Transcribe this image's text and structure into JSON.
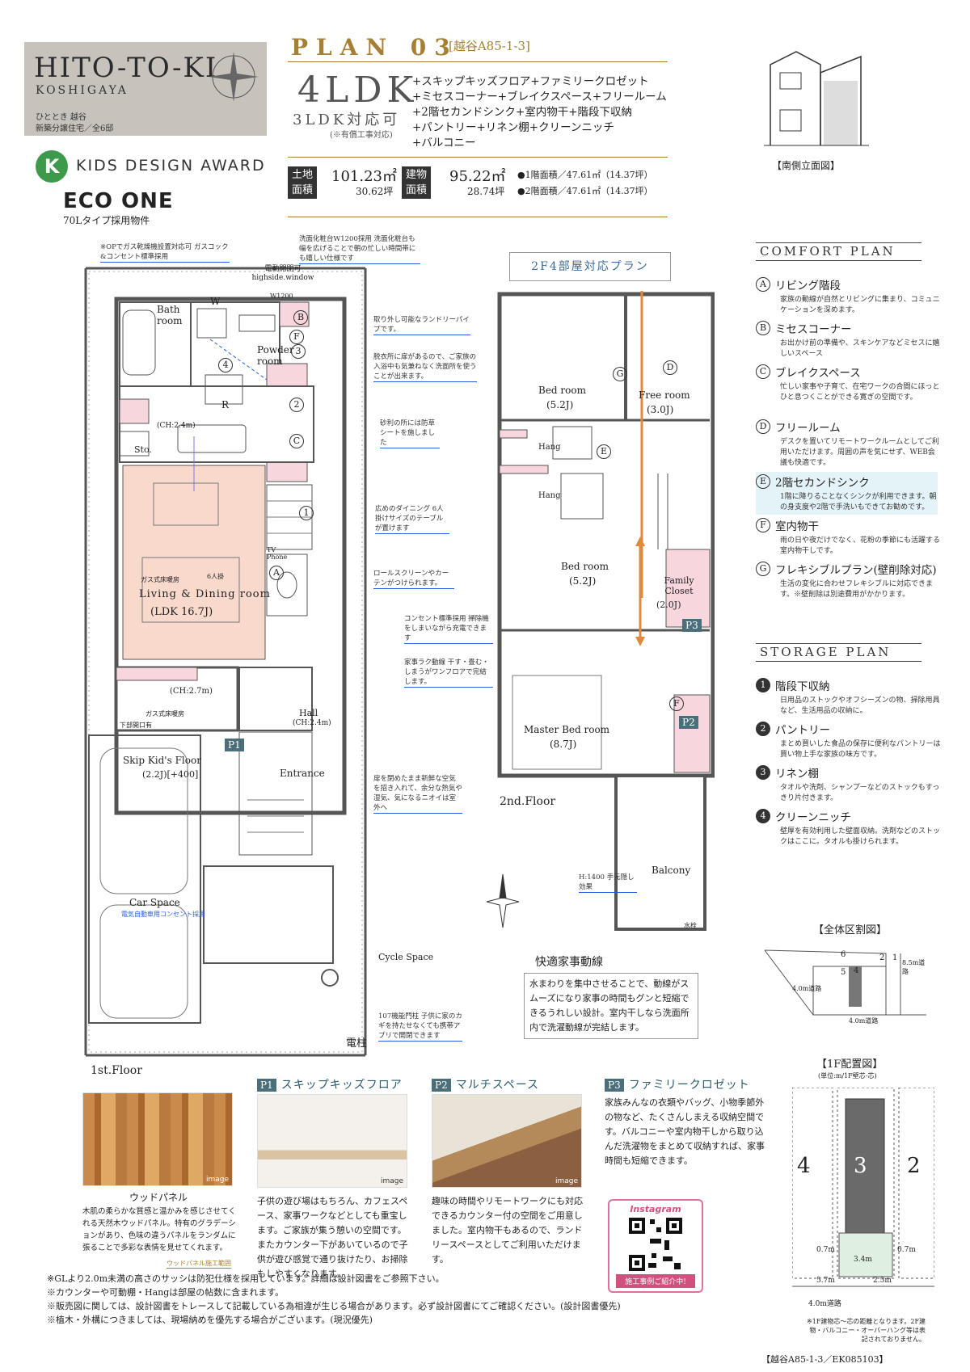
{
  "header": {
    "logo_title": "HITO-TO-KI",
    "logo_sub": "KOSHIGAYA",
    "logo_caption1": "ひととき 越谷",
    "logo_caption2": "新築分譲住宅／全6邸",
    "award_mark": "K",
    "award_text": "KIDS DESIGN AWARD",
    "eco_title": "ECO ONE",
    "eco_sub": "70Lタイプ採用物件"
  },
  "plan": {
    "label": "PLAN 03",
    "code": "[越谷A85-1-3]",
    "layout": "4LDK",
    "alt_layout": "3LDK対応可",
    "alt_note": "(※有償工事対応)",
    "features": [
      "+スキップキッズフロア+ファミリークロゼット",
      "+ミセスコーナー+ブレイクスペース+フリールーム",
      "+2階セカンドシンク+室内物干+階段下収納",
      "+パントリー+リネン棚+クリーンニッチ",
      "+バルコニー"
    ]
  },
  "area": {
    "land_label": "土地面積",
    "land_value": "101.23㎡",
    "land_tsubo": "30.62坪",
    "building_label": "建物面積",
    "building_value": "95.22㎡",
    "building_tsubo": "28.74坪",
    "floor1": "●1階面積／47.61㎡（14.37坪）",
    "floor2": "●2階面積／47.61㎡（14.37坪）"
  },
  "elevation_caption": "【南側立面図】",
  "comfort": {
    "heading": "COMFORT PLAN",
    "items": [
      {
        "mark": "A",
        "title": "リビング階段",
        "desc": "家族の動線が自然とリビングに集まり、コミュニケーションを深めます。"
      },
      {
        "mark": "B",
        "title": "ミセスコーナー",
        "desc": "お出かけ前の準備や、スキンケアなどミセスに嬉しいスペース"
      },
      {
        "mark": "C",
        "title": "ブレイクスペース",
        "desc": "忙しい家事や子育て、在宅ワークの合間にほっとひと息つくことができる寛ぎの空間です。"
      },
      {
        "mark": "D",
        "title": "フリールーム",
        "desc": "デスクを置いてリモートワークルームとしてご利用いただけます。周囲の声を気にせず、WEB会議も快適です。"
      },
      {
        "mark": "E",
        "title": "2階セカンドシンク",
        "desc": "1階に降りることなくシンクが利用できます。朝の身支度や2階で手洗いもできてお勧めです。"
      },
      {
        "mark": "F",
        "title": "室内物干",
        "desc": "雨の日や夜だけでなく、花粉の季節にも活躍する室内物干しです。"
      },
      {
        "mark": "G",
        "title": "フレキシブルプラン(壁削除対応)",
        "desc": "生活の変化に合わせフレキシブルに対応できます。※壁削除は別途費用がかかります。"
      }
    ]
  },
  "storage": {
    "heading": "STORAGE PLAN",
    "items": [
      {
        "mark": "1",
        "title": "階段下収納",
        "desc": "日用品のストックやオフシーズンの物、掃除用具など、生活用品の収納に。"
      },
      {
        "mark": "2",
        "title": "パントリー",
        "desc": "まとめ買いした食品の保存に便利なパントリーは買い物上手な家族の味方です。"
      },
      {
        "mark": "3",
        "title": "リネン棚",
        "desc": "タオルや洗剤、シャンプーなどのストックもすっきり片付きます。"
      },
      {
        "mark": "4",
        "title": "クリーンニッチ",
        "desc": "壁厚を有効利用した壁面収納。洗剤などのストックはここに。タオルも掛けられます。"
      }
    ]
  },
  "plan1f": {
    "label": "1st.Floor",
    "rooms": {
      "bath": "Bath room",
      "powder": "Powder room",
      "living": "Living & Dining room",
      "ldk_size": "(LDK 16.7J)",
      "ch1": "(CH:2.7m)",
      "ch2": "(CH:2.4m)",
      "hall": "Hall",
      "hall_ch": "(CH:2.4m)",
      "skip": "Skip Kid's Floor",
      "skip_size": "(2.2J)[+400]",
      "entrance": "Entrance",
      "car": "Car Space",
      "cycle": "Cycle Space",
      "sto": "Sto.",
      "w": "W",
      "r": "R",
      "denchu": "電柱",
      "window_note": "電動開閉可 highside.window",
      "w1200": "W1200",
      "ch_kitchen": "(CH:2.4m)",
      "gas1": "ガス式床暖房",
      "gas2": "ガス式床暖房",
      "six_people": "6人掛",
      "tv": "TV Phone",
      "sitafloor": "下部開口有",
      "car_outlet": "電気自動車用コンセント採用"
    },
    "callouts": [
      "※OPでガス乾燥機設置対応可 ガスコック&コンセント標準採用",
      "洗面化粧台W1200採用 洗面化粧台も幅を広げることで朝の忙しい時間帯にも嬉しい仕様です",
      "取り外し可能なランドリーパイプです。",
      "脱衣所に扉があるので、ご家族の入浴中も気兼ねなく洗面所を使うことが出来ます。",
      "砂利の所には防草シートを施しました",
      "広めのダイニング 6人掛けサイズのテーブルが置けます",
      "ロールスクリーンやカーテンがつけられます。",
      "コンセント標準採用 掃除機をしまいながら充電できます",
      "家事ラク動線 干す・畳む・しまうがワンフロアで完結します。",
      "扉を閉めたまま新鮮な空気を招き入れて、余分な熱気や湿気、気になるニオイは室外へ",
      "107機能門柱 子供に家のカギを持たせなくても携帯アプリで開閉できます"
    ]
  },
  "plan2f": {
    "title": "2F4部屋対応プラン",
    "label": "2nd.Floor",
    "rooms": {
      "bed1": "Bed room",
      "bed1_size": "(5.2J)",
      "free": "Free room",
      "free_size": "(3.0J)",
      "bed2": "Bed room",
      "bed2_size": "(5.2J)",
      "family": "Family Closet",
      "family_size": "(2.0J)",
      "master": "Master Bed room",
      "master_size": "(8.7J)",
      "balcony": "Balcony",
      "hang1": "Hang",
      "hang2": "Hang",
      "suisen": "水栓",
      "railing": "H:1400 手元隠し効果"
    }
  },
  "kaiteki": {
    "title": "快適家事動線",
    "text": "水まわりを集中させることで、動線がスムーズになり家事の時間もグンと短縮できるうれしい設計。室内干しなら洗面所内で洗濯動線が完結します。"
  },
  "panels": {
    "wood": {
      "title": "ウッドパネル",
      "desc": "木肌の柔らかな質感と温かみを感じさせてくれる天然木ウッドパネル。特有のグラデーションがあり、色味の違うパネルをランダムに張ることで多彩な表情を見せてくれます。",
      "note": "ウッドパネル施工範囲",
      "img": "image"
    },
    "p1": {
      "badge": "P1",
      "title": "スキップキッズフロア",
      "desc": "子供の遊び場はもちろん、カフェスペース、家事ワークなどとしても重宝します。ご家族が集う憩いの空間です。またカウンター下があいているので子供が遊び感覚で通り抜けたり、お掃除もしやすくなります。",
      "img": "image"
    },
    "p2": {
      "badge": "P2",
      "title": "マルチスペース",
      "desc": "趣味の時間やリモートワークにも対応できるカウンター付の空間をご用意しました。室内物干もあるので、ランドリースペースとしてご利用いただけます。",
      "img": "image"
    },
    "p3": {
      "badge": "P3",
      "title": "ファミリークロゼット",
      "desc": "家族みんなの衣類やバッグ、小物季節外の物など、たくさんしまえる収納空間です。バルコニーや室内物干しから取り込んだ洗濯物をまとめて収納すれば、家事時間も短縮できます。"
    }
  },
  "instagram": {
    "label": "Instagram",
    "caption": "施工事例ご紹介中!"
  },
  "notes": [
    "※GLより2.0m未満の高さのサッシは防犯仕様を採用しています。詳細は設計図書をご参照下さい。",
    "※カウンターや可動棚・Hangは部屋の帖数に含まれます。",
    "※販売図に関しては、設計図書をトレースして記載している為相違が生じる場合があります。必ず設計図書にてご確認ください。(設計図書優先)",
    "※植木・外構につきましては、現場納めを優先する場合がございます。(現況優先)"
  ],
  "site": {
    "zentai_title": "【全体区割図】",
    "zentai_lots": [
      "6",
      "5",
      "4",
      "3",
      "2",
      "1"
    ],
    "road1": "4.0m道路",
    "road2": "8.5m道路",
    "road3": "4.0m道路",
    "haichi_title": "【1F配置図】",
    "haichi_unit": "(単位:m/1F壁芯-芯)",
    "lots": [
      "4",
      "3",
      "2"
    ],
    "dims": [
      "0.7m",
      "3.4m",
      "0.7m",
      "5.7m",
      "2.5m"
    ],
    "road": "4.0m道路",
    "haichi_note": "※1F建物芯～芯の距離となります。2F建物・バルコニー・オーバーハング等は表記されておりません。"
  },
  "footer_code": "【越谷A85-1-3／EK085103】",
  "colors": {
    "gold": "#a57f33",
    "blue": "#2d5be3",
    "pink": "#f7d6dd",
    "ldk": "#f8d9cc",
    "panel": "#4a6f7a"
  }
}
